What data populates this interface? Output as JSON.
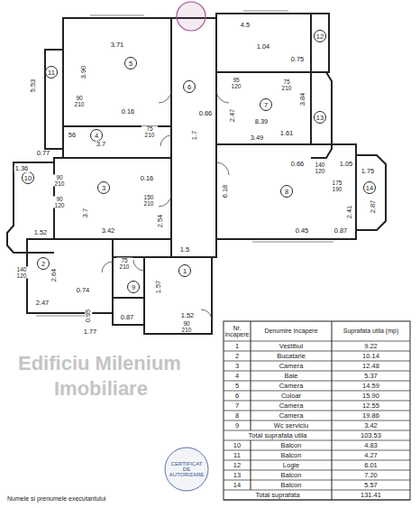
{
  "diagram": {
    "nodes": [
      {
        "text": [
          "1"
        ]
      },
      {
        "text": [
          "2"
        ]
      },
      {
        "text": [
          "3"
        ]
      },
      {
        "text": [
          "4"
        ]
      },
      {
        "text": [
          "5"
        ]
      },
      {
        "text": [
          "6"
        ]
      },
      {
        "text": [
          "7"
        ]
      },
      {
        "text": [
          "8"
        ]
      },
      {
        "text": [
          "9"
        ]
      },
      {
        "text": [
          "10"
        ]
      },
      {
        "text": [
          "11"
        ]
      },
      {
        "text": [
          "12"
        ]
      },
      {
        "text": [
          "13"
        ]
      },
      {
        "text": [
          "14"
        ]
      }
    ],
    "labels": [
      "3.71",
      "3.90",
      "5.53",
      "90 210",
      "0.16",
      "3.7",
      "56",
      "75 210",
      "1.36",
      "0.77",
      "90 210",
      "90 120",
      "3.7",
      "3.42",
      "0.16",
      "150 210",
      "2.54",
      "1.52",
      "2.64",
      "140 120",
      "2.47",
      "0.74",
      "75 210",
      "0.95",
      "1.77",
      "0.87",
      "1.57",
      "1.52",
      "90 210",
      "1.5",
      "1.7",
      "0.66",
      "4.5",
      "1.04",
      "0.75",
      "95 120",
      "75 210",
      "2.47",
      "8.39",
      "3.84",
      "3.49",
      "1.61",
      "0.66",
      "140 120",
      "1.05",
      "175 190",
      "2.41",
      "2.87",
      "1.75",
      "0.45",
      "0.87",
      "6.18",
      "Edificiu Milenium",
      "Imobiliare",
      "Nr. incapere",
      "Denumire incapere",
      "Suprafata utila (mp)",
      "1",
      "Vestibul",
      "9.22",
      "2",
      "Bucatarie",
      "10.14",
      "3",
      "Camera",
      "12.48",
      "4",
      "Baie",
      "5.37",
      "5",
      "Camera",
      "14.59",
      "6",
      "Culoar",
      "15.90",
      "7",
      "Camera",
      "12.55",
      "8",
      "Camera",
      "19.86",
      "9",
      "Wc serviciu",
      "3.42",
      "Total suprafata utila",
      "103.53",
      "10",
      "Balcon",
      "4.83",
      "11",
      "Balcon",
      "4.27",
      "12",
      "Logie",
      "6.01",
      "13",
      "Balcon",
      "7.20",
      "14",
      "Balcon",
      "5.57",
      "Total suprafata",
      "131.41",
      "Numele si prenumele executantului",
      "CERTIFICAT DE AUTORIZARE"
    ]
  }
}
